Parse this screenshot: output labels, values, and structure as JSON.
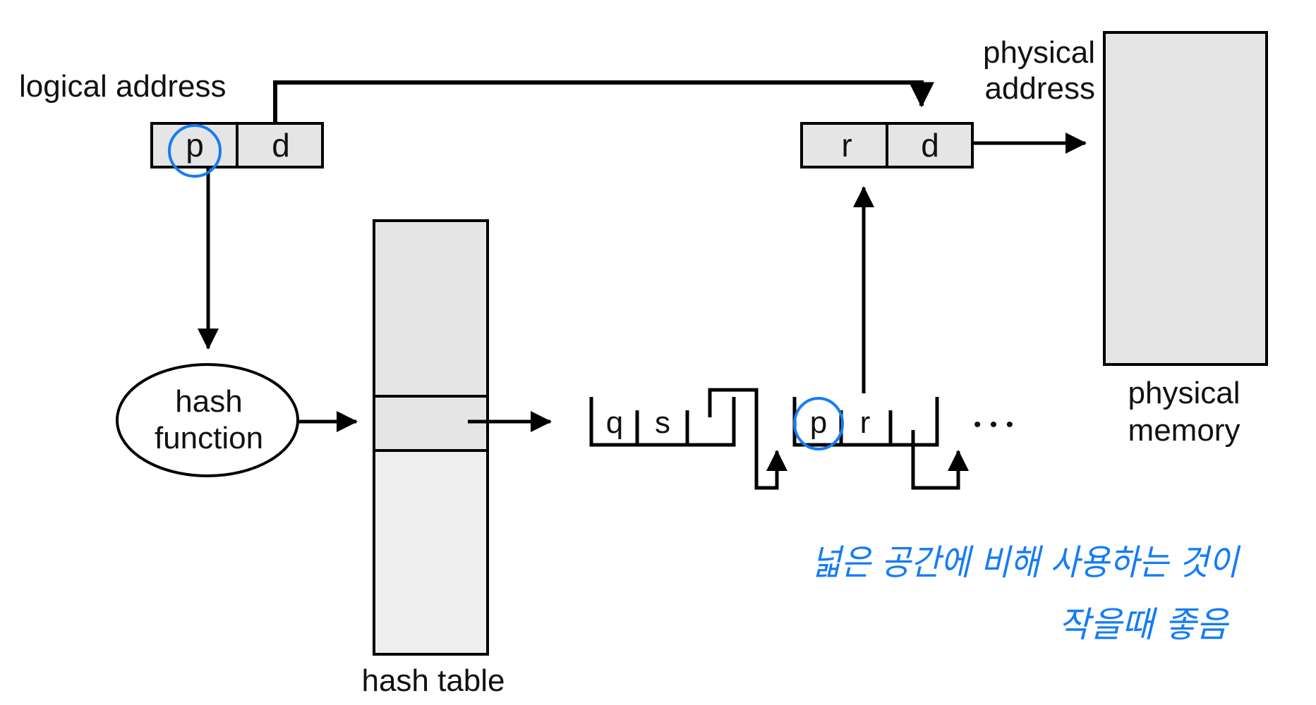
{
  "diagram": {
    "title": "Hashed page table address translation",
    "colors": {
      "box_fill": "#e5e5e5",
      "box_fill_light": "#eeeeee",
      "stroke": "#000000",
      "annotation": "#157cf4"
    },
    "logical_address": {
      "label": "logical address",
      "fields": [
        "p",
        "d"
      ],
      "highlighted_field": "p"
    },
    "physical_address": {
      "label_line1": "physical",
      "label_line2": "address",
      "fields": [
        "r",
        "d"
      ]
    },
    "hash_function": {
      "label_line1": "hash",
      "label_line2": "function"
    },
    "hash_table": {
      "label": "hash table"
    },
    "chain": {
      "nodes": [
        {
          "fields": [
            "q",
            "s"
          ]
        },
        {
          "fields": [
            "p",
            "r"
          ],
          "highlighted_field": "p"
        }
      ],
      "continuation": "• • •"
    },
    "physical_memory": {
      "label_line1": "physical",
      "label_line2": "memory"
    },
    "annotation": {
      "line1": "넓은 공간에 비해 사용하는 것이",
      "line2": "작을때 좋음"
    }
  }
}
